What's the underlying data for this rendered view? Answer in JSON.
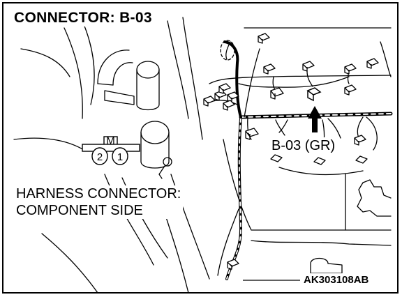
{
  "title": "CONNECTOR: B-03",
  "connector_view": {
    "line1": "HARNESS CONNECTOR:",
    "line2": "COMPONENT SIDE",
    "key_mark": "M",
    "pins": [
      "2",
      "1"
    ]
  },
  "connector_callout": "B-03 (GR)",
  "figure_code": "AK303108AB"
}
